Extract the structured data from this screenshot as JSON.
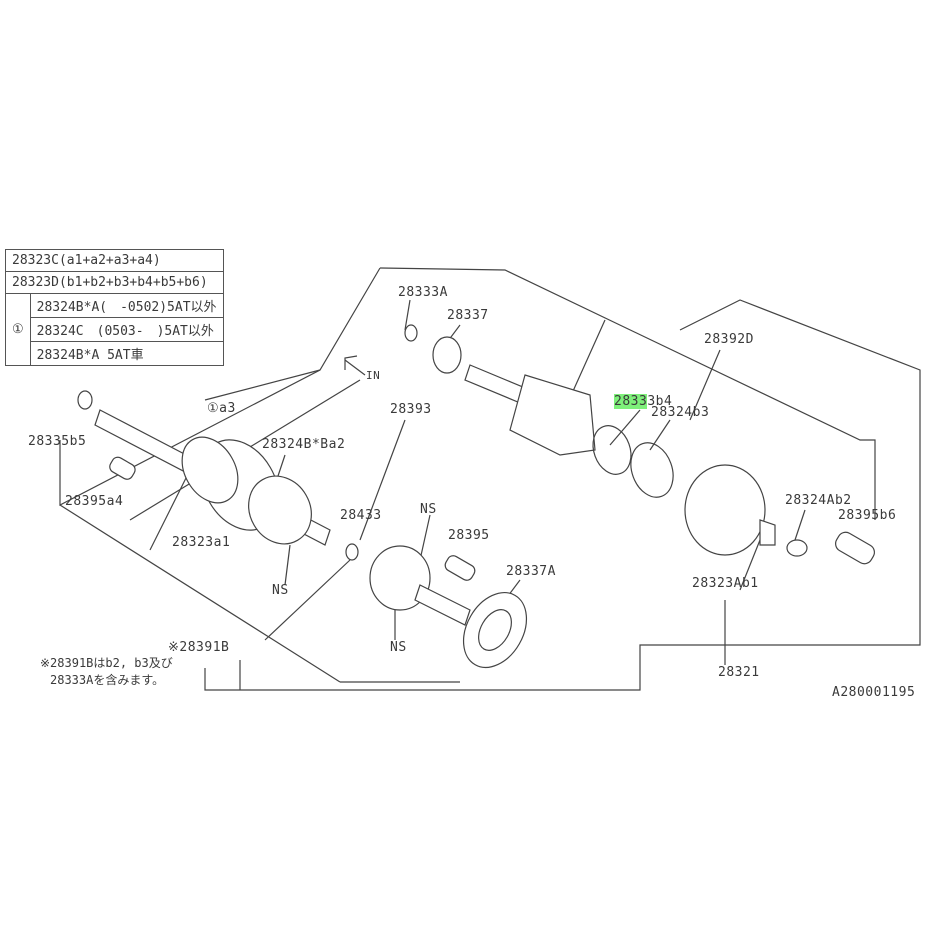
{
  "legend": {
    "rows": [
      "28323C(a1+a2+a3+a4)",
      "28323D(b1+b2+b3+b4+b5+b6)"
    ],
    "group_marker": "①",
    "group_rows": [
      "28324B*A(　-0502)5AT以外",
      "28324C　(0503-　)5AT以外",
      "28324B*A 5AT車"
    ]
  },
  "labels": {
    "l28333A": "28333A",
    "l28337": "28337",
    "l28392D": "28392D",
    "l28333b4_hl": "2833",
    "l28333b4_rest": "3b4",
    "l28324b3": "28324b3",
    "la3": "①a3",
    "l28393": "28393",
    "l28324BBa2": "28324B*Ba2",
    "l28335b5": "28335b5",
    "l28395a4": "28395a4",
    "ns1": "NS",
    "l28433": "28433",
    "l28395": "28395",
    "l28323a1": "28323a1",
    "l28324Ab2": "28324Ab2",
    "l28395b6": "28395b6",
    "l28337A": "28337A",
    "l28323Ab1": "28323Ab1",
    "ns2": "NS",
    "l28391B": "※28391B",
    "ns3": "NS",
    "l28321": "28321",
    "in": "IN"
  },
  "note": [
    "※28391Bはb2, b3及び",
    "28333Aを含みます。"
  ],
  "diagram_id": "A280001195",
  "highlight_color": "#7ef07a"
}
